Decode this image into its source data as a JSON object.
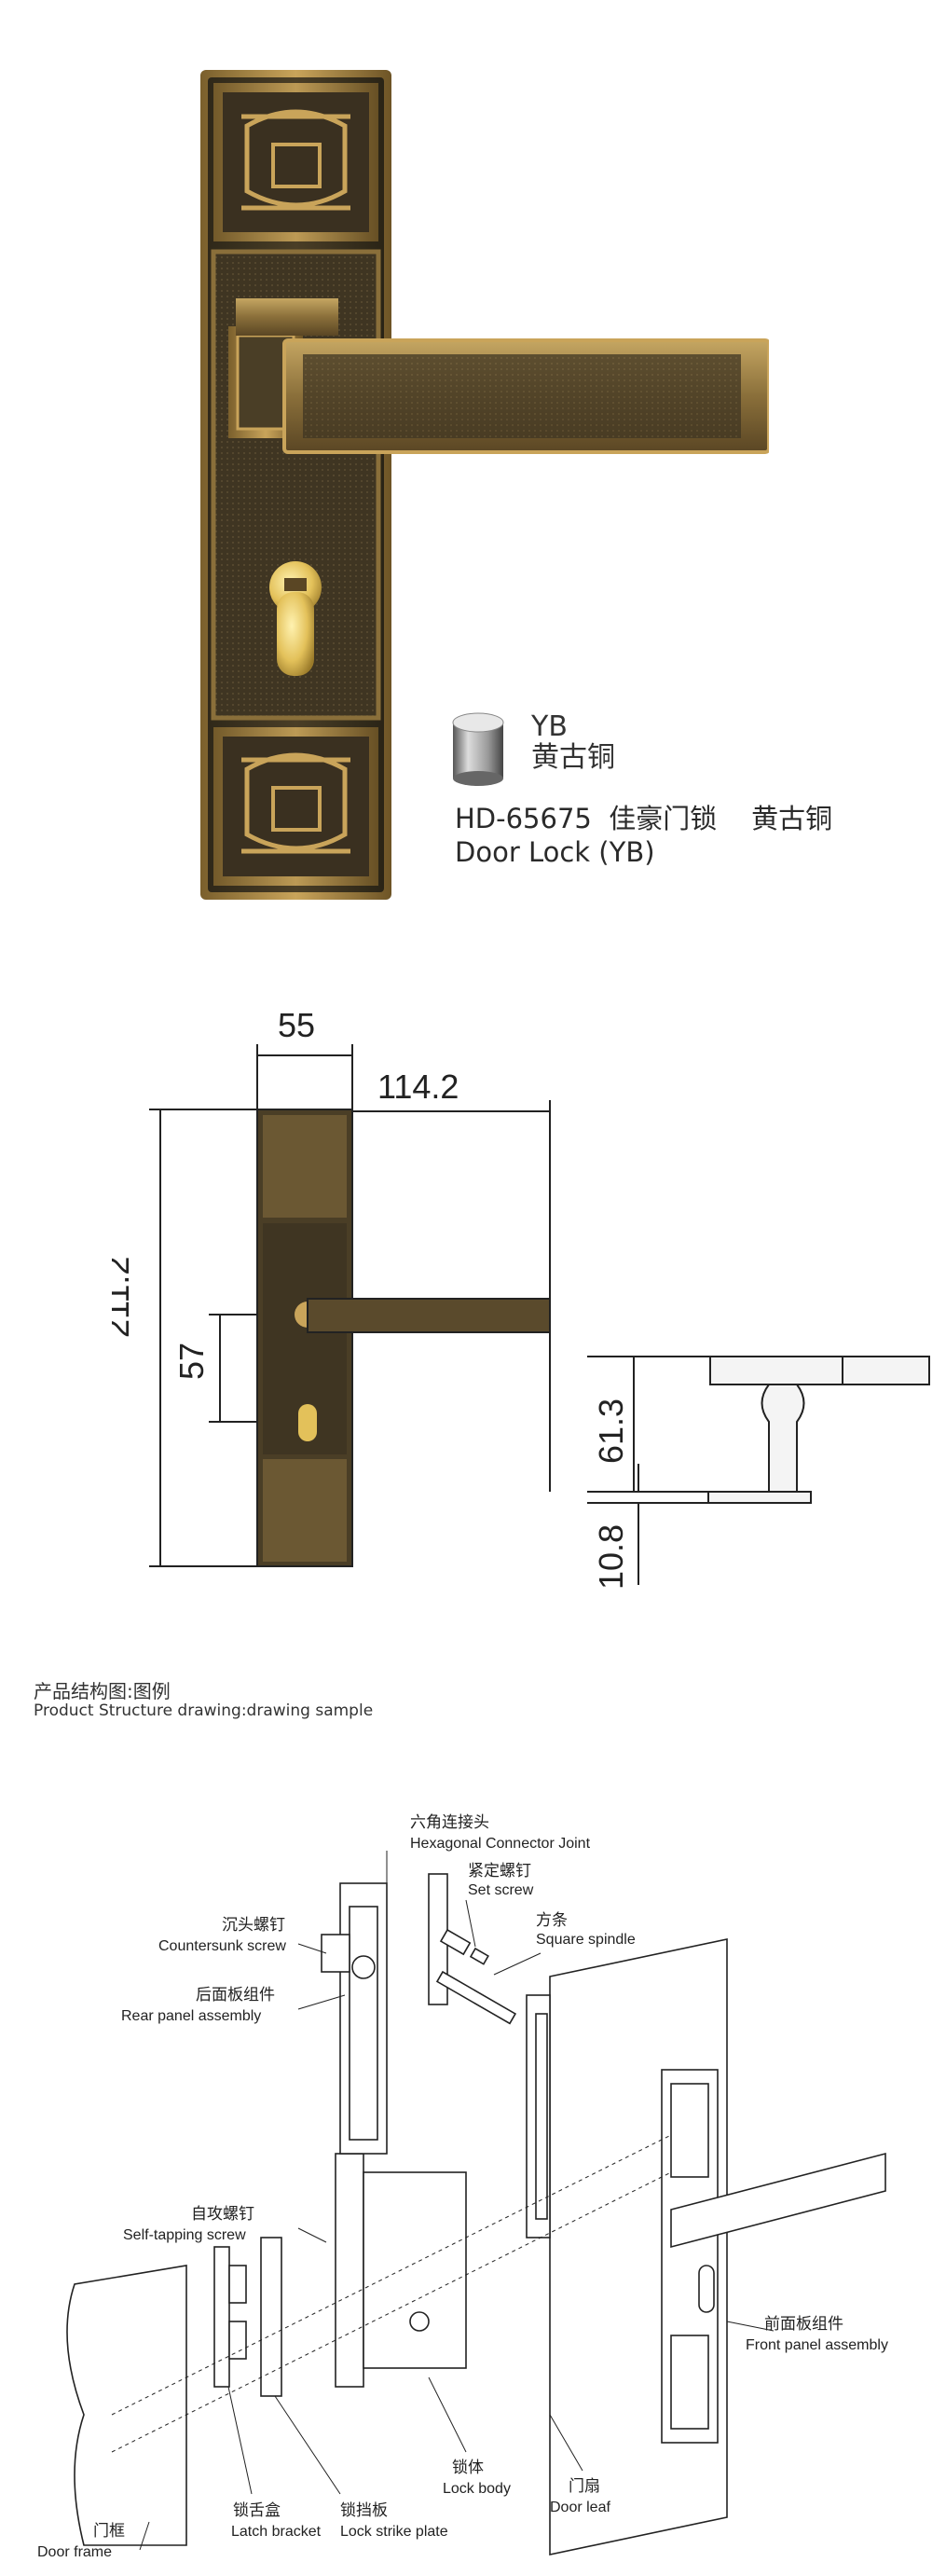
{
  "product": {
    "finish_code": "YB",
    "finish_name": "黄古铜",
    "model_line": "HD-65675  佳豪门锁    黄古铜",
    "english_name": "Door Lock (YB)"
  },
  "dimensions": {
    "width": "55",
    "projection": "114.2",
    "height": "211.2",
    "spindle_to_key": "57",
    "handle_height": "61.3",
    "rose_thickness": "10.8"
  },
  "structure": {
    "title_cn": "产品结构图:图例",
    "title_en": "Product Structure drawing:drawing sample",
    "parts": [
      {
        "cn": "六角连接头",
        "en": "Hexagonal Connector Joint"
      },
      {
        "cn": "紧定螺钉",
        "en": "Set screw"
      },
      {
        "cn": "方条",
        "en": "Square spindle"
      },
      {
        "cn": "沉头螺钉",
        "en": "Countersunk screw"
      },
      {
        "cn": "后面板组件",
        "en": "Rear panel assembly"
      },
      {
        "cn": "自攻螺钉",
        "en": "Self-tapping screw"
      },
      {
        "cn": "前面板组件",
        "en": "Front panel assembly"
      },
      {
        "cn": "锁体",
        "en": "Lock body"
      },
      {
        "cn": "门扇",
        "en": "Door leaf"
      },
      {
        "cn": "门框",
        "en": "Door frame"
      },
      {
        "cn": "锁舌盒",
        "en": "Latch bracket"
      },
      {
        "cn": "锁挡板",
        "en": "Lock strike plate"
      }
    ]
  },
  "colors": {
    "bronze_dark": "#3d3320",
    "bronze_mid": "#8a6f3a",
    "bronze_light": "#c9a45a",
    "gold": "#e3c15a"
  }
}
